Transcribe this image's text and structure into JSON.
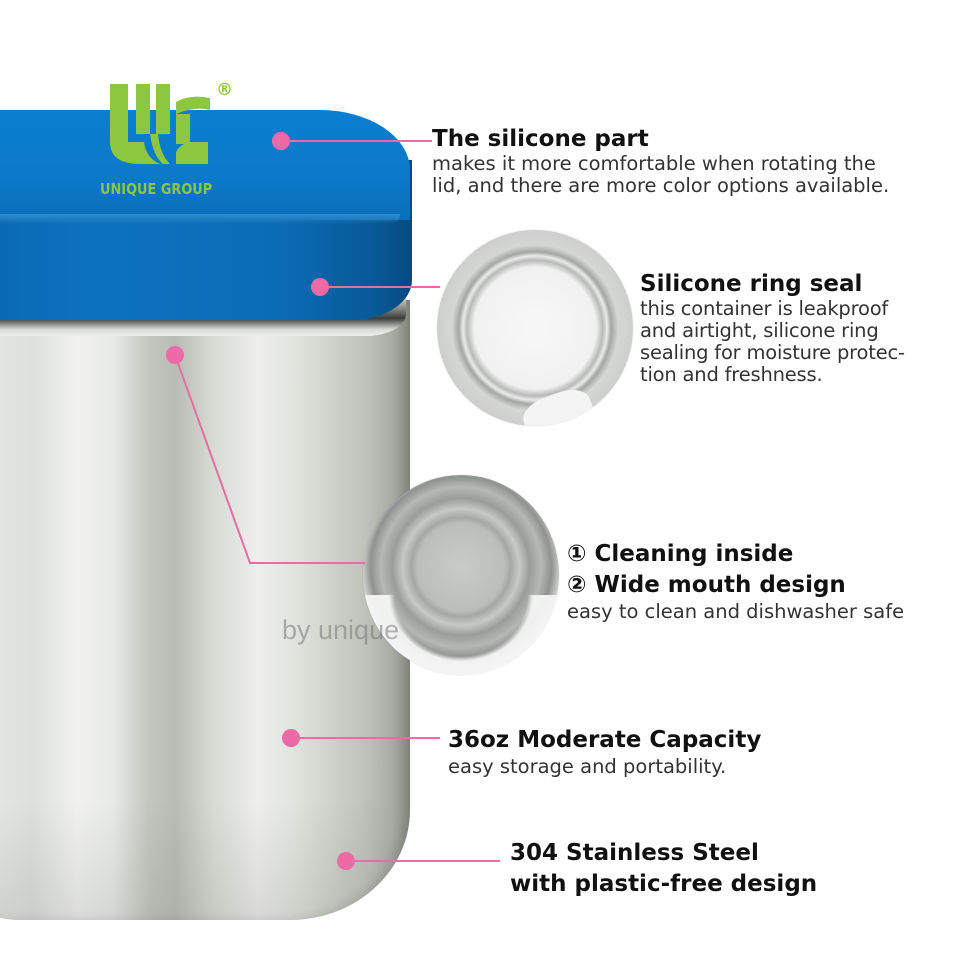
{
  "brand": {
    "logo_text": "UNIQUE GROUP",
    "registered_mark": "®",
    "logo_color": "#8dc63f"
  },
  "watermark": "by unique",
  "colors": {
    "lid_blue": "#0b74c2",
    "callout_pink": "#ee6aa7",
    "steel": "#d9dcd6"
  },
  "features": [
    {
      "title": "The silicone part",
      "description_lines": [
        "makes it more comfortable when rotating the",
        "lid, and there are more color options available."
      ]
    },
    {
      "title": "Silicone ring seal",
      "description_lines": [
        "this container is leakproof",
        "and airtight, silicone ring",
        "sealing for moisture protec-",
        "tion and freshness."
      ]
    },
    {
      "title_lines": [
        "① Cleaning inside",
        "② Wide mouth design"
      ],
      "description_lines": [
        "easy to clean and dishwasher safe"
      ]
    },
    {
      "title": "36oz Moderate Capacity",
      "description_lines": [
        "easy storage and portability."
      ]
    },
    {
      "title_lines": [
        "304 Stainless Steel",
        "with plastic-free design"
      ]
    }
  ]
}
